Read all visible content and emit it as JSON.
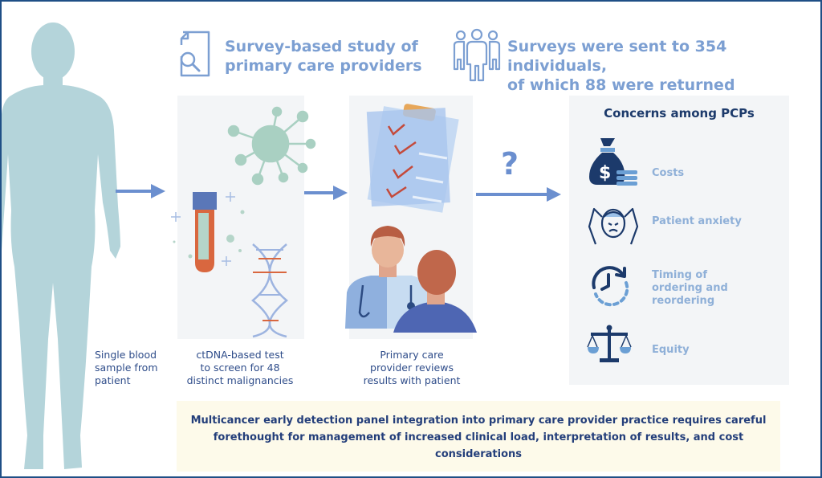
{
  "header": {
    "study": {
      "icon": "document-search-icon",
      "line1": "Survey-based study of",
      "line2": "primary care providers"
    },
    "surveys": {
      "icon": "people-group-icon",
      "line1": "Surveys were sent to 354 individuals,",
      "line2": "of which 88 were returned"
    }
  },
  "steps": [
    {
      "icon": "human-silhouette-icon",
      "caption": [
        "Single blood",
        "sample from",
        "patient"
      ]
    },
    {
      "icon": "test-tube-virus-dna-icon",
      "caption": [
        "ctDNA-based test",
        "to screen for 48",
        "distinct malignancies"
      ]
    },
    {
      "icon": "clipboard-doctor-patient-icon",
      "caption": [
        "Primary care",
        "provider reviews",
        "results with patient"
      ]
    }
  ],
  "question_mark": "?",
  "concerns": {
    "title": "Concerns among PCPs",
    "items": [
      {
        "icon": "money-bag-icon",
        "label": [
          "Costs"
        ]
      },
      {
        "icon": "anxious-person-icon",
        "label": [
          "Patient anxiety"
        ]
      },
      {
        "icon": "clock-refresh-icon",
        "label": [
          "Timing of",
          "ordering and",
          "reordering"
        ]
      },
      {
        "icon": "scales-icon",
        "label": [
          "Equity"
        ]
      }
    ]
  },
  "summary": {
    "line1": "Multicancer early detection panel integration into primary care provider practice requires careful",
    "line2": "forethought for management of increased clinical load, interpretation of results, and cost",
    "line3": "considerations"
  },
  "colors": {
    "border": "#1f4f86",
    "accent_blue": "#7c9fd2",
    "arrow": "#6b8fcf",
    "silhouette": "#b4d4da",
    "dark_navy": "#1c3a6b",
    "panel_bg": "#f3f5f7",
    "summary_bg": "#fdfaea"
  }
}
